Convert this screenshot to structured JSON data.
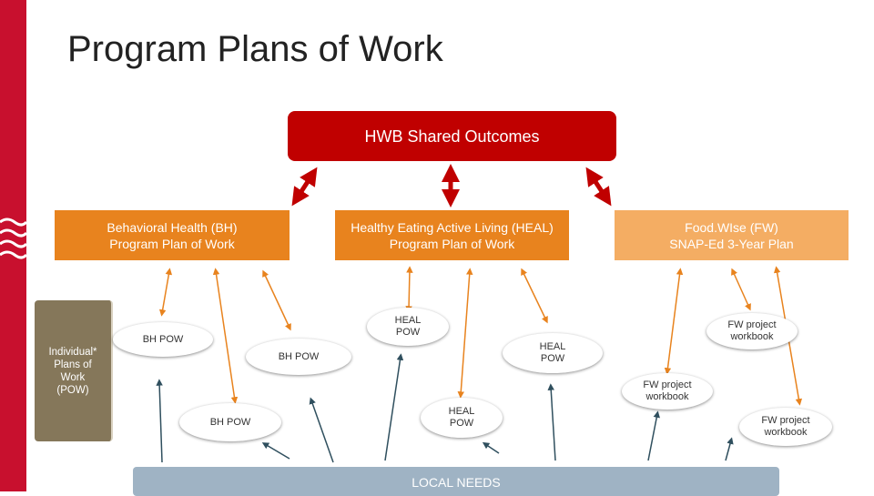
{
  "slide": {
    "title": "Program Plans of Work",
    "shared_outcomes": "HWB Shared Outcomes",
    "programs": {
      "bh": "Behavioral Health (BH)\nProgram Plan of Work",
      "heal": "Healthy Eating Active Living (HEAL)\nProgram Plan of Work",
      "fw": "Food.WIse (FW)\nSNAP-Ed 3-Year Plan"
    },
    "individual": "Individual*\nPlans of\nWork\n(POW)",
    "pows": {
      "bh_pow_1": "BH POW",
      "bh_pow_2": "BH POW",
      "bh_pow_3": "BH POW",
      "heal_pow_1": "HEAL\nPOW",
      "heal_pow_2": "HEAL\nPOW",
      "heal_pow_3": "HEAL\nPOW",
      "fw_workbook_1": "FW project\nworkbook",
      "fw_workbook_2": "FW project\nworkbook",
      "fw_workbook_3": "FW project\nworkbook"
    },
    "local_needs": "LOCAL NEEDS",
    "colors": {
      "accent_red": "#c00000",
      "program_orange": "#e8831e",
      "fw_orange_light": "#f4ad63",
      "individual_brown": "#85775a",
      "local_blue_gray": "#9fb3c4",
      "red_arrow": "#c00000",
      "teal_arrow": "#2f4f5e",
      "orange_arrow": "#e8831e"
    }
  }
}
